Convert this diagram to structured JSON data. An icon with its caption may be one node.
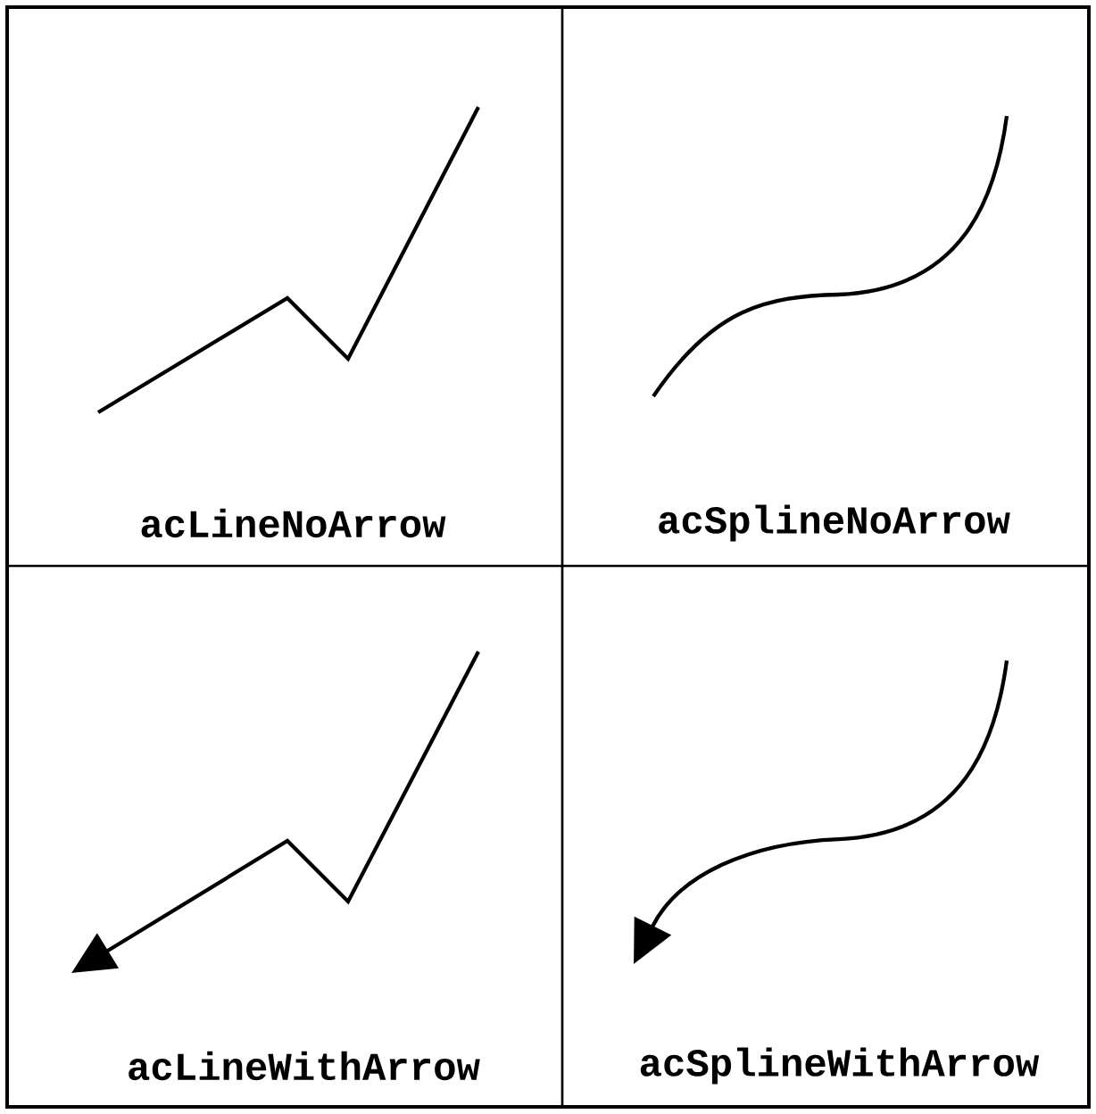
{
  "diagram": {
    "labels": [
      "acLineNoArrow",
      "acSplineNoArrow",
      "acLineWithArrow",
      "acSplineWithArrow"
    ]
  }
}
